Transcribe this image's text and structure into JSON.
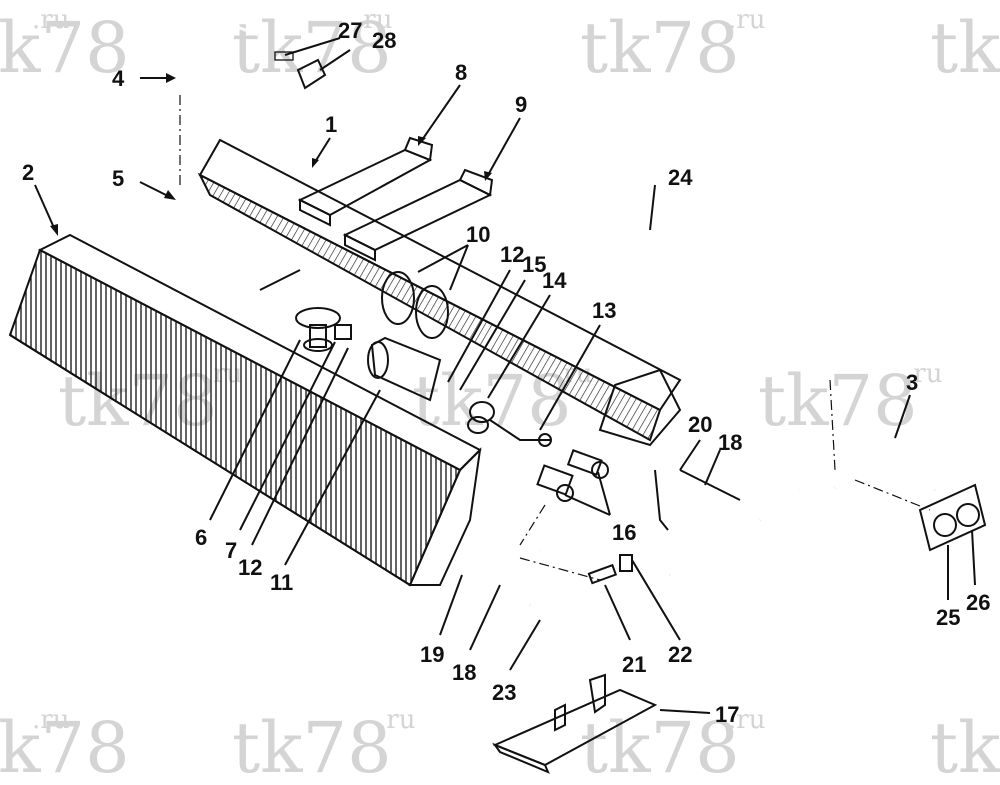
{
  "watermark": {
    "main": "tk78",
    "suffix": ".ru"
  },
  "callouts": [
    "1",
    "2",
    "3",
    "4",
    "5",
    "6",
    "7",
    "8",
    "9",
    "10",
    "11",
    "12",
    "12",
    "13",
    "14",
    "15",
    "16",
    "17",
    "18",
    "18",
    "19",
    "20",
    "21",
    "22",
    "23",
    "24",
    "25",
    "26",
    "27",
    "28"
  ]
}
